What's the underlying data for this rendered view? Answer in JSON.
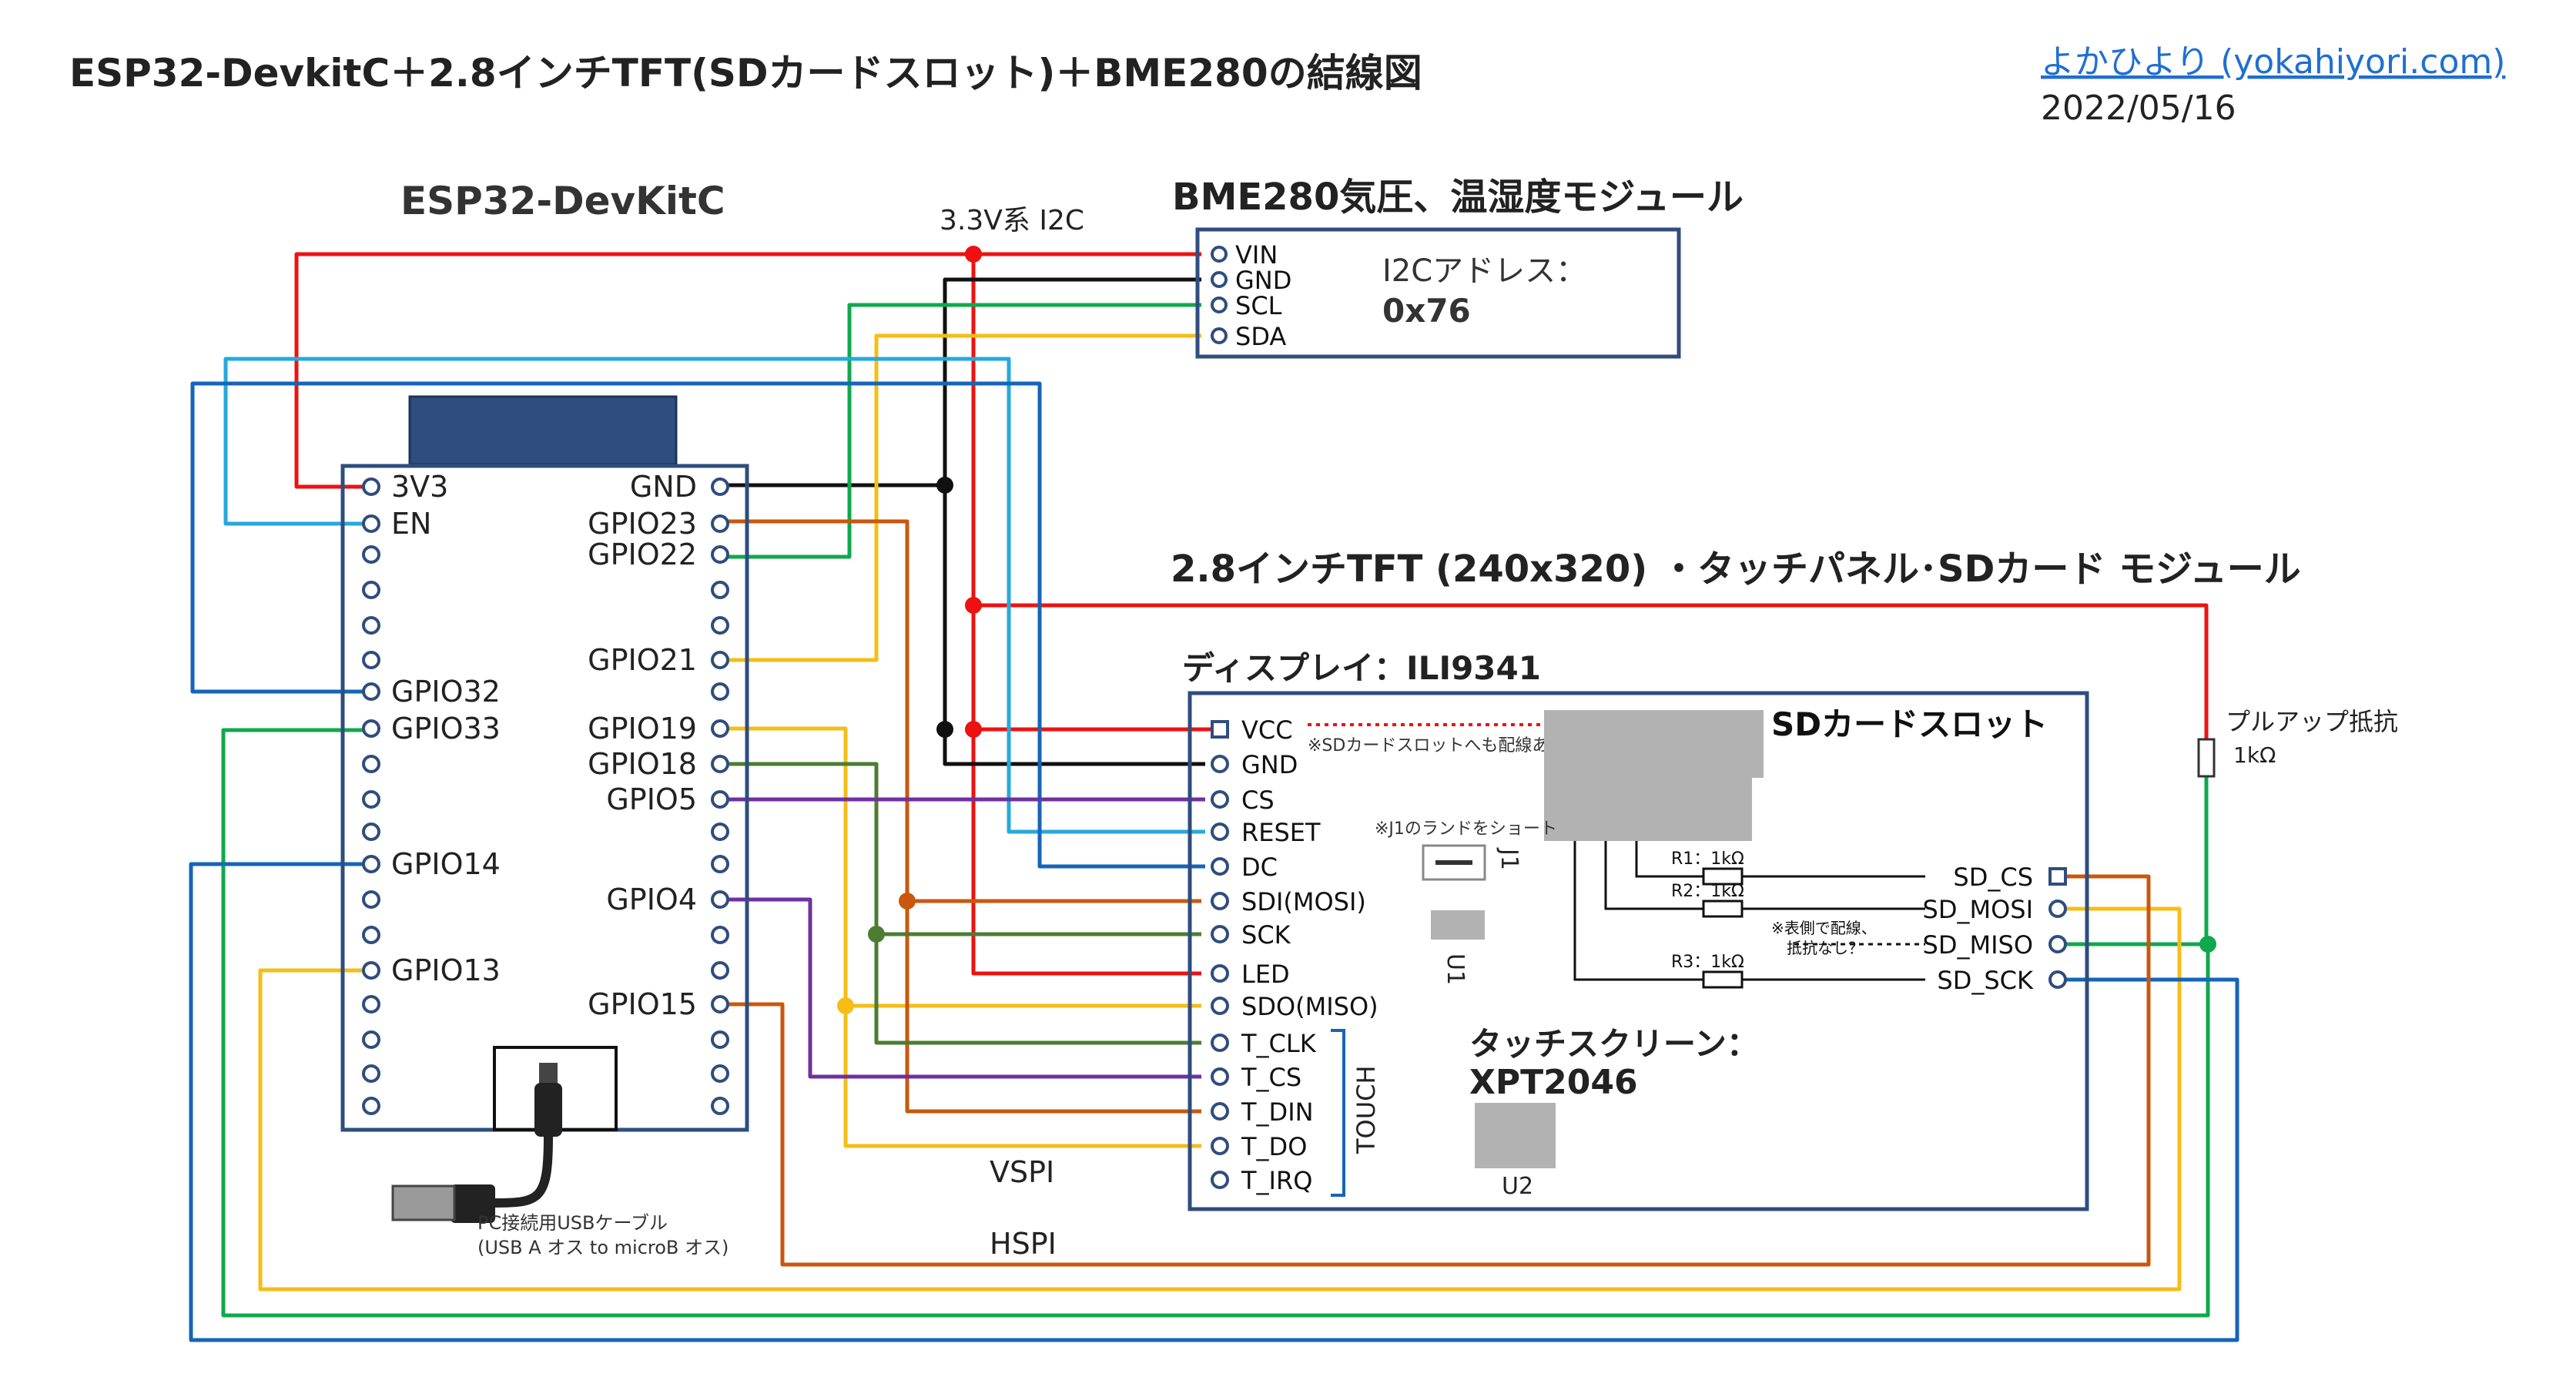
{
  "header": {
    "title": "ESP32-DevkitC＋2.8インチTFT(SDカードスロット)＋BME280の結線図",
    "author_link": "よかひより (yokahiyori.com)",
    "date": "2022/05/16"
  },
  "esp32": {
    "title": "ESP32-DevKitC",
    "left_pins": [
      "3V3",
      "EN",
      "GPIO32",
      "GPIO33",
      "GPIO14",
      "GPIO13"
    ],
    "right_pins": [
      "GND",
      "GPIO23",
      "GPIO22",
      "GPIO21",
      "GPIO19",
      "GPIO18",
      "GPIO5",
      "GPIO4",
      "GPIO15"
    ],
    "usb_cable_line1": "PC接続用USBケーブル",
    "usb_cable_line2": "(USB A オス to microB オス)"
  },
  "bme280": {
    "title": "BME280気圧、温湿度モジュール",
    "bus_label": "3.3V系 I2C",
    "pins": [
      "VIN",
      "GND",
      "SCL",
      "SDA"
    ],
    "addr_label": "I2Cアドレス：",
    "addr_value": "0x76"
  },
  "tft": {
    "title": "2.8インチTFT (240x320) ・タッチパネル･SDカード モジュール",
    "display_label": "ディスプレイ：ILI9341",
    "pins": [
      "VCC",
      "GND",
      "CS",
      "RESET",
      "DC",
      "SDI(MOSI)",
      "SCK",
      "LED",
      "SDO(MISO)",
      "T_CLK",
      "T_CS",
      "T_DIN",
      "T_DO",
      "T_IRQ"
    ],
    "vcc_note": "※SDカードスロットへも配線あり",
    "touch_label": "TOUCH",
    "sd_slot_label": "SDカードスロット",
    "sd_pins": [
      "SD_CS",
      "SD_MOSI",
      "SD_MISO",
      "SD_SCK"
    ],
    "r1": "R1：1kΩ",
    "r2": "R2：1kΩ",
    "r3": "R3：1kΩ",
    "r_note1": "※表側で配線、",
    "r_note2": "抵抗なし？",
    "j1_note": "※J1のランドをショート",
    "j1_label": "J1",
    "u1_label": "U1",
    "touch_screen_label": "タッチスクリーン：",
    "touch_chip": "XPT2046",
    "u2_label": "U2"
  },
  "pullup": {
    "label": "プルアップ抵抗",
    "value": "1kΩ"
  },
  "bus": {
    "vspi": "VSPI",
    "hspi": "HSPI"
  },
  "colors": {
    "red": "#ee1111",
    "black": "#111111",
    "green": "#10a84c",
    "yellow": "#f6bd16",
    "cyan": "#25a9dc",
    "blue": "#1565b8",
    "orange": "#c8580e",
    "olive": "#4c7d32",
    "purple": "#7030a0",
    "board": "#2f4d7e"
  }
}
